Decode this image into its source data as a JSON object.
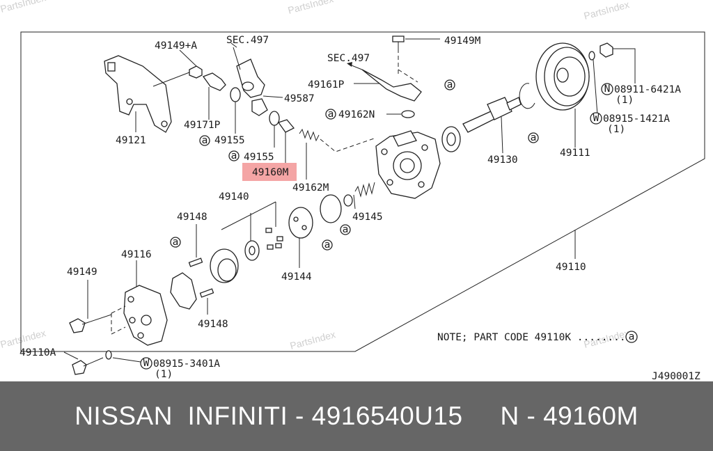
{
  "watermark": "PartsIndex",
  "highlight_color": "#f4a5a5",
  "callouts": {
    "c49149A": "49149+A",
    "c49121": "49121",
    "c49171P": "49171P",
    "c49155a": "49155",
    "c49155b": "49155",
    "c49160M": "49160M",
    "c49162M": "49162M",
    "c49587": "49587",
    "sec1": "SEC.497",
    "sec2": "SEC.497",
    "c49149M": "49149M",
    "c49161P": "49161P",
    "c49162N": "49162N",
    "c08911": "08911-6421A",
    "c08911q": "(1)",
    "c08915a": "08915-1421A",
    "c08915aq": "(1)",
    "c49130": "49130",
    "c49111": "49111",
    "c49140": "49140",
    "c49148a": "49148",
    "c49148b": "49148",
    "c49145": "49145",
    "c49144": "49144",
    "c49116": "49116",
    "c49149": "49149",
    "c49110A": "49110A",
    "c08915b": "08915-3401A",
    "c08915bq": "(1)",
    "c49110": "49110",
    "note": "NOTE; PART CODE 49110K ........",
    "ref": "J490001Z"
  },
  "markers": {
    "a": "a",
    "N": "N",
    "W": "W"
  },
  "footer": {
    "text": "NISSAN  INFINITI - 4916540U15     N - 49160M"
  }
}
